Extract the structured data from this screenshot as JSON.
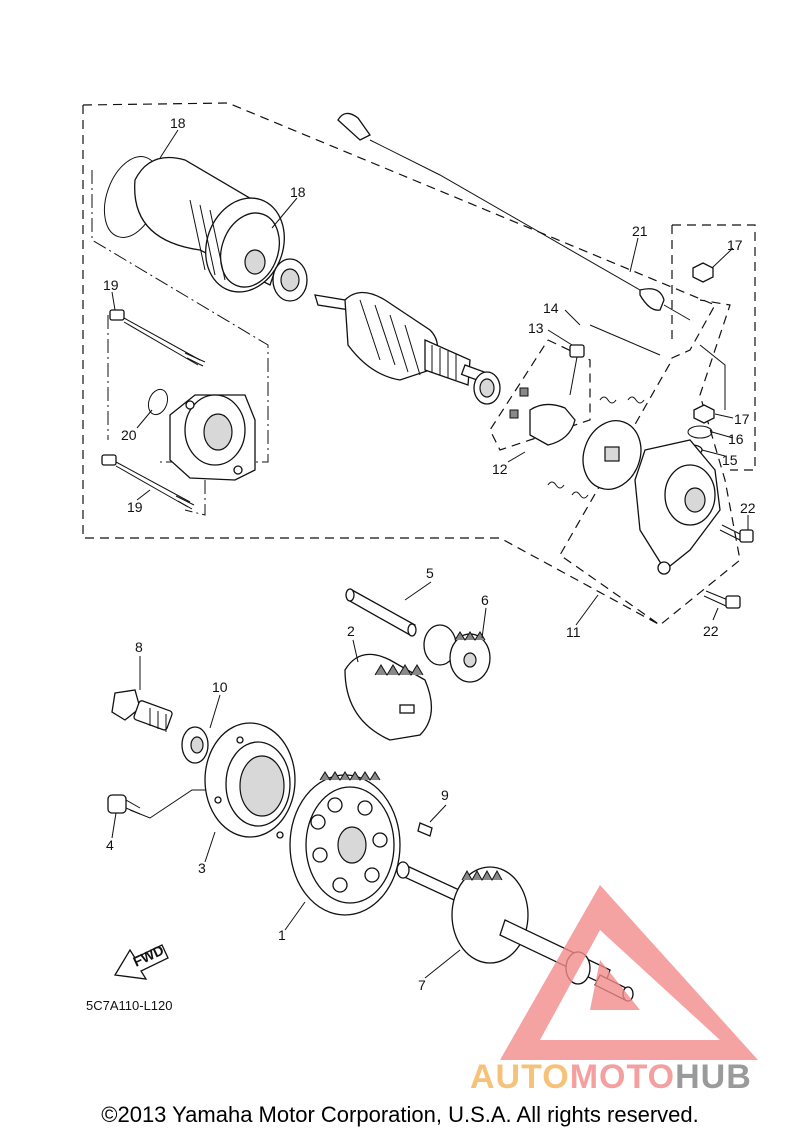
{
  "diagram": {
    "part_labels": [
      "1",
      "2",
      "3",
      "4",
      "5",
      "6",
      "7",
      "8",
      "9",
      "10",
      "11",
      "12",
      "13",
      "14",
      "15",
      "16",
      "17",
      "17",
      "18",
      "18",
      "19",
      "19",
      "20",
      "21",
      "22",
      "22"
    ],
    "fwd_label": "FWD",
    "drawing_code": "5C7A110-L120"
  },
  "watermark": {
    "part1": "AUTO",
    "part2": "MOTO",
    "part3": "HUB",
    "colors": {
      "auto": "#f6c27a",
      "moto": "#f4a0a0",
      "hub": "#9a9a9a",
      "triangle": "#f28b8b"
    }
  },
  "footer": {
    "copyright": "©2013 Yamaha Motor Corporation, U.S.A. All rights reserved."
  }
}
